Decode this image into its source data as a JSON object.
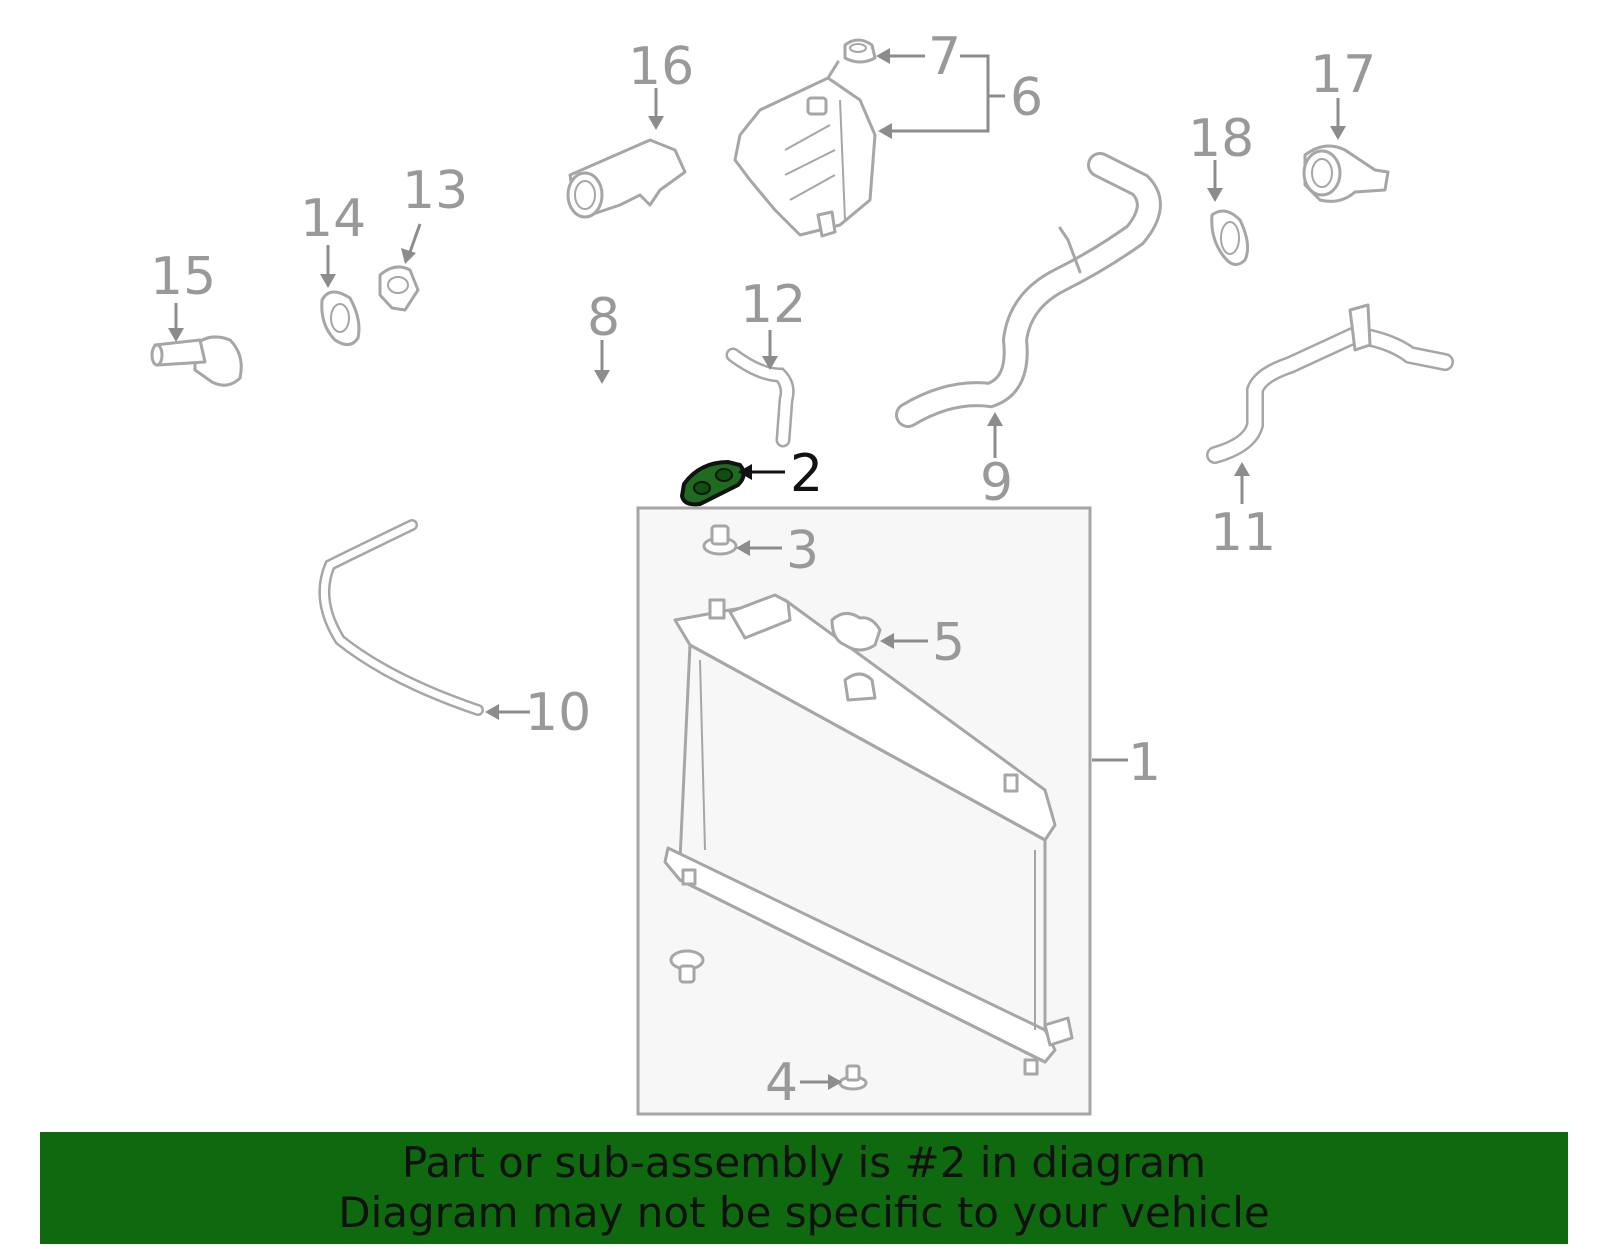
{
  "diagram": {
    "highlighted_part": "2",
    "highlight_color": "#1f6b1f",
    "callouts": {
      "c1": "1",
      "c2": "2",
      "c3": "3",
      "c4": "4",
      "c5": "5",
      "c6": "6",
      "c7": "7",
      "c8": "8",
      "c9": "9",
      "c10": "10",
      "c11": "11",
      "c12": "12",
      "c13": "13",
      "c14": "14",
      "c15": "15",
      "c16": "16",
      "c17": "17",
      "c18": "18"
    }
  },
  "banner": {
    "line1": "Part or sub-assembly is #2 in diagram",
    "line2": "Diagram may not be specific to your vehicle",
    "background": "#0f6a0f"
  }
}
